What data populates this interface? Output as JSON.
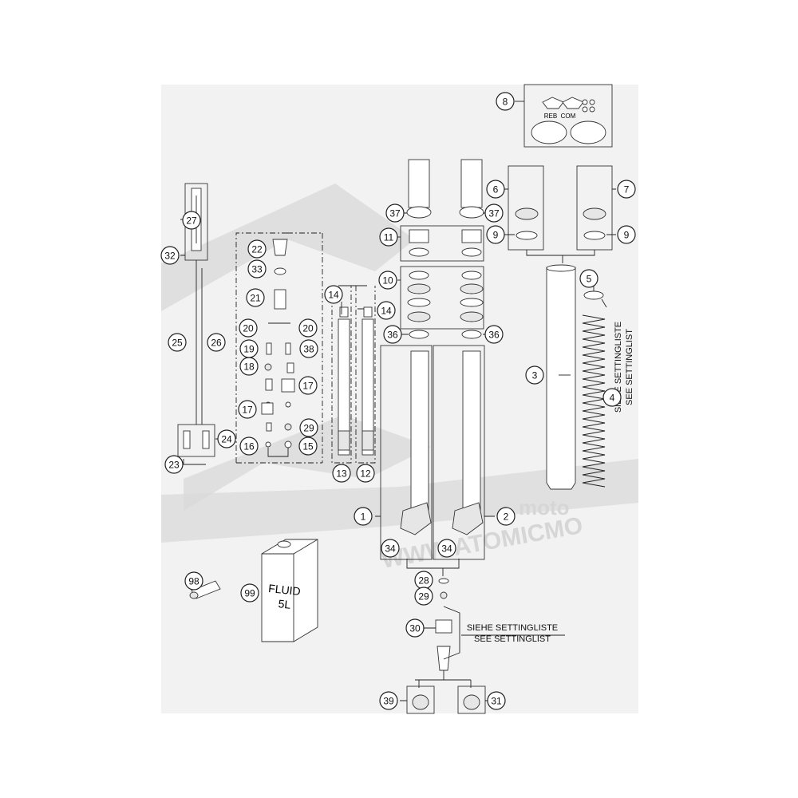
{
  "callouts": [
    "1",
    "2",
    "3",
    "4",
    "5",
    "6",
    "7",
    "8",
    "9",
    "9",
    "10",
    "11",
    "12",
    "13",
    "14",
    "14",
    "15",
    "16",
    "17",
    "17",
    "18",
    "19",
    "20",
    "20",
    "21",
    "22",
    "23",
    "24",
    "25",
    "26",
    "27",
    "28",
    "29",
    "29",
    "30",
    "31",
    "32",
    "33",
    "34",
    "34",
    "36",
    "36",
    "37",
    "37",
    "38",
    "39",
    "98",
    "99"
  ],
  "labels": {
    "reb": "REB",
    "com": "COM",
    "fluid_can_line1": "FLUID",
    "fluid_can_line2": "5L",
    "settings_de": "SIEHE SETTINGLISTE",
    "settings_en": "SEE SETTINGLIST",
    "settings_de_vertical": "SIEHE SETTINGLISTE",
    "settings_en_vertical": "SEE SETTINGLIST"
  },
  "watermark": {
    "brand": "moto",
    "url_text": "WWW.ATOMICMO"
  },
  "colors": {
    "background": "#ffffff",
    "panel": "#f2f2f2",
    "watermark": "#d9d9d9",
    "line": "#222222"
  }
}
